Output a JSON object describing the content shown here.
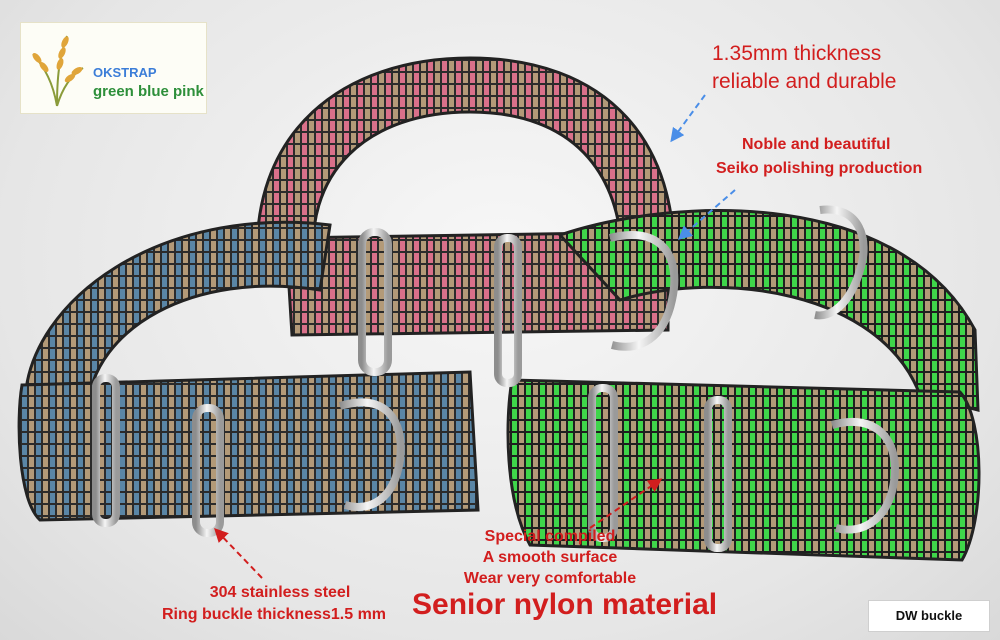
{
  "logo": {
    "brand": "OKSTRAP",
    "colors": "green blue pink"
  },
  "annotations": {
    "thickness_line1": "1.35mm thickness",
    "thickness_line2": "reliable and durable",
    "noble_line1": "Noble and beautiful",
    "noble_line2": "Seiko polishing production",
    "special_line1": "Special compiled",
    "special_line2": "A smooth surface",
    "special_line3": "Wear very comfortable",
    "steel_line1": "304 stainless steel",
    "steel_line2": "Ring buckle thickness1.5 mm",
    "headline": "Senior nylon material",
    "dw_buckle": "DW buckle"
  },
  "colors": {
    "annotation_red": "#d21e1e",
    "arrow_blue": "#4a8ee8",
    "arrow_red": "#d21e1e",
    "strap_beige": "#b39a78",
    "strap_dark": "#2b2b2b",
    "stripe_pink": "#d9708a",
    "stripe_blue": "#5a86a6",
    "stripe_green": "#3fd64a",
    "logo_brand": "#3b7dd8",
    "logo_colors": "#2d8f3a"
  },
  "straps": [
    {
      "name": "pink",
      "accent": "#d9708a"
    },
    {
      "name": "blue",
      "accent": "#5a86a6"
    },
    {
      "name": "green",
      "accent": "#3fd64a"
    }
  ]
}
